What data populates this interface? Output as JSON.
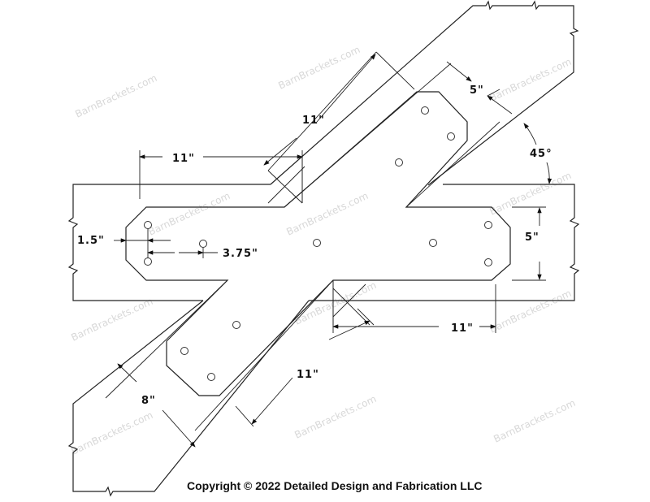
{
  "dimensions": {
    "upper_arm_length": "11\"",
    "upper_arm_width": "5\"",
    "angle": "45°",
    "left_length": "11\"",
    "edge_offset": "1.5\"",
    "hole_spacing": "3.75\"",
    "horizontal_width": "5\"",
    "right_length": "11\"",
    "lower_arm_length": "11\"",
    "lower_beam_width": "8\""
  },
  "watermark": "BarnBrackets.com",
  "copyright": "Copyright © 2022 Detailed Design and Fabrication LLC"
}
